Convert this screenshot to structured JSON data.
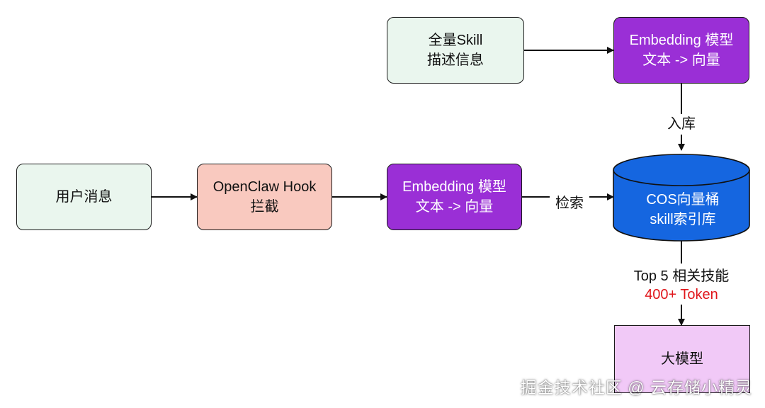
{
  "nodes": {
    "all_skills": [
      "全量Skill",
      "描述信息"
    ],
    "embed_top": [
      "Embedding 模型",
      "文本 -> 向量"
    ],
    "user_msg": [
      "用户消息"
    ],
    "hook": [
      "OpenClaw Hook",
      "拦截"
    ],
    "embed_mid": [
      "Embedding 模型",
      "文本 -> 向量"
    ],
    "cos": [
      "COS向量桶",
      "skill索引库"
    ],
    "llm": [
      "大模型"
    ]
  },
  "edges": {
    "ingest_label": "入库",
    "search_label": "检索",
    "result_label": "Top 5 相关技能",
    "token_label": "400+ Token"
  },
  "watermark": "掘金技术社区 @ 云存储小精灵",
  "colors": {
    "green": "#eaf6ee",
    "pink": "#f9c9bf",
    "purple": "#9a2fd6",
    "blue": "#1566e0",
    "lilac": "#f1c9f7",
    "red": "#e0161b"
  }
}
